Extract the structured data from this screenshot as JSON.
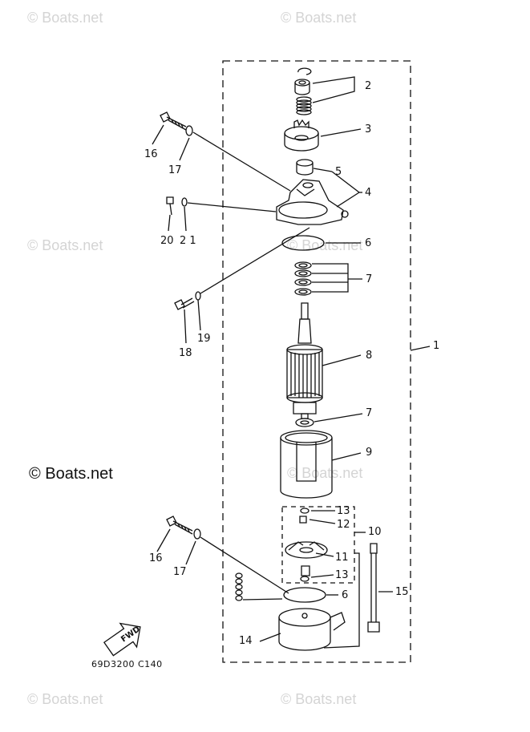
{
  "watermarks": {
    "top_left": "© Boats.net",
    "top_right": "© Boats.net",
    "mid_left": "© Boats.net",
    "mid_right_1": "© Boats.net",
    "main": "© Boats.net",
    "mid_right_2": "© Boats.net",
    "bottom_left": "© Boats.net",
    "bottom_right": "© Boats.net"
  },
  "callouts": {
    "c1": "1",
    "c2": "2",
    "c3": "3",
    "c4": "4",
    "c5": "5",
    "c6a": "6",
    "c7a": "7",
    "c8": "8",
    "c7b": "7",
    "c9": "9",
    "c10": "10",
    "c11": "11",
    "c12": "12",
    "c13a": "13",
    "c13b": "13",
    "c14": "14",
    "c15": "15",
    "c6b": "6",
    "c16a": "16",
    "c17a": "17",
    "c16b": "16",
    "c17b": "17",
    "c18": "18",
    "c19": "19",
    "c20": "20",
    "c21": "2 1"
  },
  "fwd_label": "FWD",
  "diagram_code": "69D3200 C140",
  "colors": {
    "line": "#111111",
    "watermark": "#d4d4d4"
  }
}
